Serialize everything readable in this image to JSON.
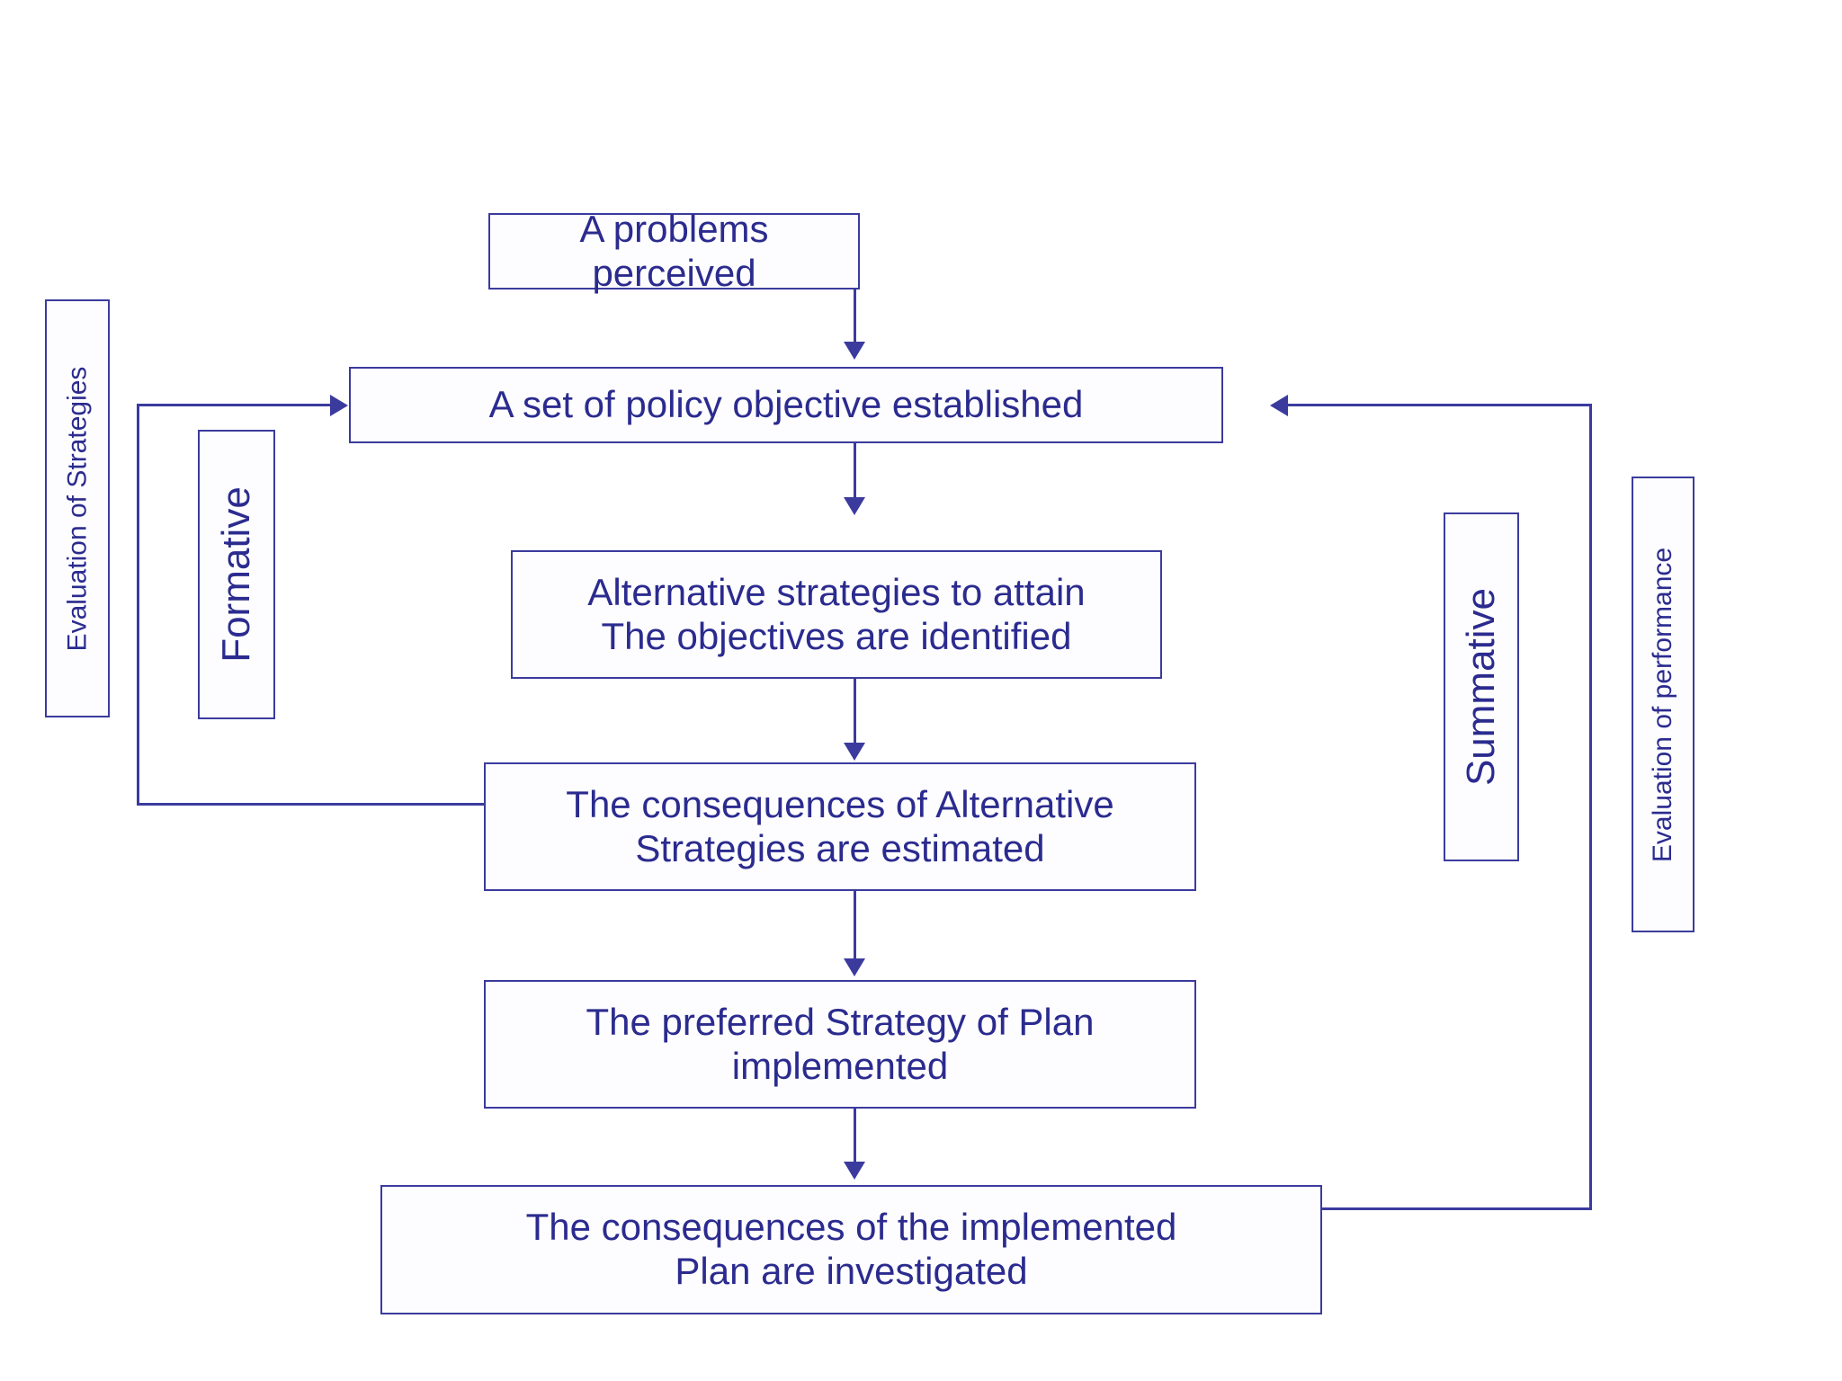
{
  "diagram": {
    "title": "Policy planning and evaluation process flowchart",
    "accent_color": "#3b3b9e",
    "text_color": "#2b2b8f",
    "background_color": "#ffffff",
    "nodes": [
      {
        "id": "problem",
        "label": "A problems perceived"
      },
      {
        "id": "objectives",
        "label": "A set of policy objective established"
      },
      {
        "id": "alternatives",
        "label": "Alternative strategies to attain\nThe objectives are identified"
      },
      {
        "id": "consequences",
        "label": "The consequences of Alternative\nStrategies are estimated"
      },
      {
        "id": "implemented",
        "label": "The preferred Strategy of Plan\nimplemented"
      },
      {
        "id": "investigated",
        "label": "The consequences of the implemented\nPlan are investigated"
      }
    ],
    "side_labels": [
      {
        "id": "eval-strategies",
        "label": "Evaluation of Strategies"
      },
      {
        "id": "formative",
        "label": "Formative"
      },
      {
        "id": "summative",
        "label": "Summative"
      },
      {
        "id": "eval-performance",
        "label": "Evaluation of performance"
      }
    ]
  }
}
